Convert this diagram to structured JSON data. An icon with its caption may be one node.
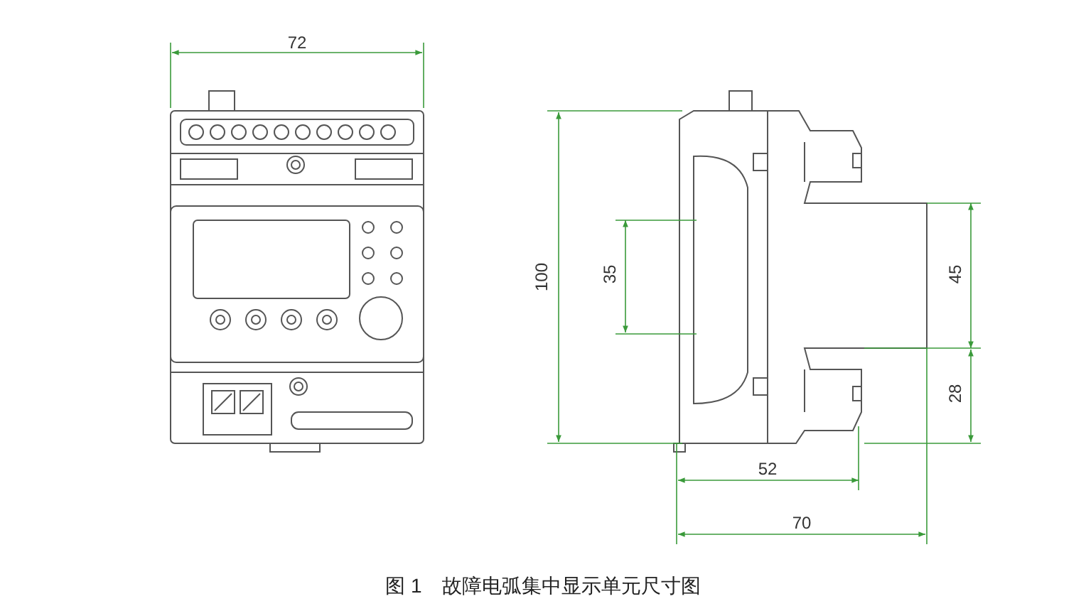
{
  "diagram": {
    "caption": "图 1　故障电弧集中显示单元尺寸图",
    "labels": [
      "72",
      "100",
      "35",
      "45",
      "28",
      "52",
      "70"
    ]
  }
}
